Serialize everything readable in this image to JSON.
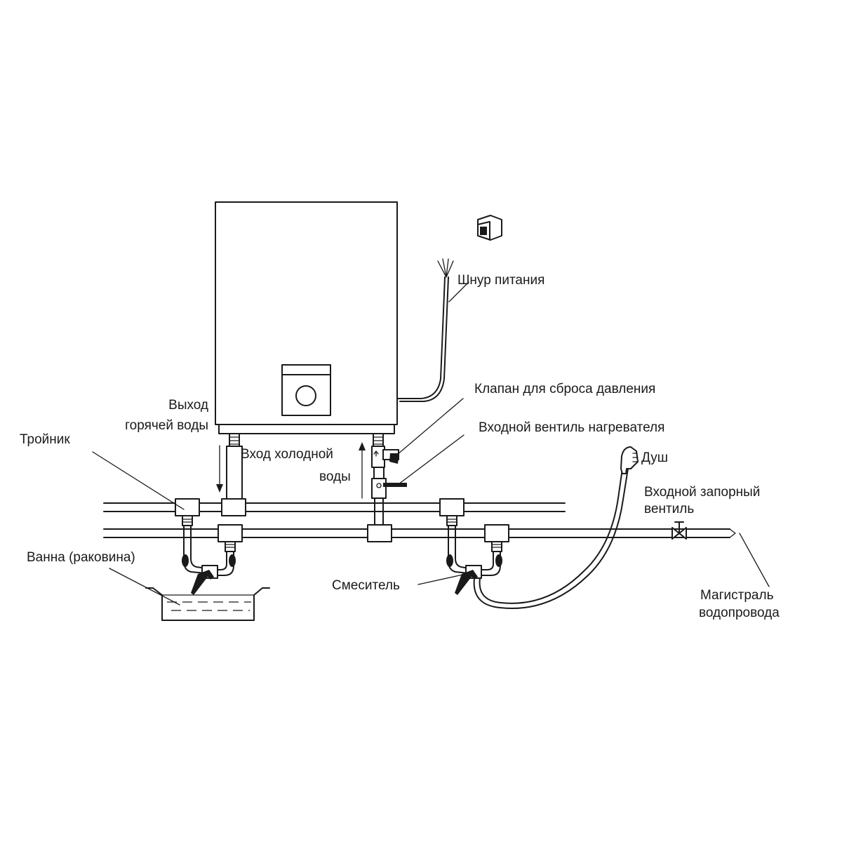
{
  "labels": {
    "power_cord": "Шнур питания",
    "relief_valve": "Клапан для сброса давления",
    "inlet_valve": "Входной вентиль нагревателя",
    "hot_out_1": "Выход",
    "hot_out_2": "горячей воды",
    "tee": "Тройник",
    "cold_in_1": "Вход холодной",
    "cold_in_2": "воды",
    "shower": "Душ",
    "shutoff_1": "Входной запорный",
    "shutoff_2": "вентиль",
    "bath": "Ванна (раковина)",
    "mixer": "Смеситель",
    "main_1": "Магистраль",
    "main_2": "водопровода"
  },
  "colors": {
    "line": "#1a1a1a",
    "background": "#ffffff"
  }
}
